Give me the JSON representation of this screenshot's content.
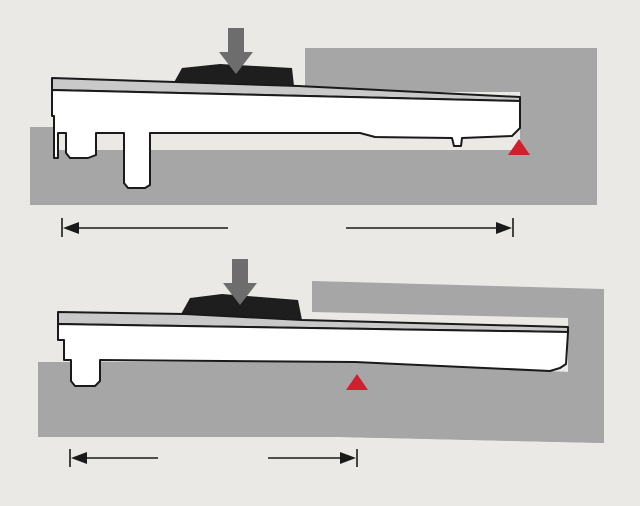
{
  "colors": {
    "background": "#ebe9e5",
    "block": "#a7a6a7",
    "part_fill": "#ffffff",
    "part_outline": "#1a1a1a",
    "top_strip": "#c9c9c9",
    "weight": "#1e1e1e",
    "force_arrow": "#6d6d6d",
    "pivot": "#d0202e",
    "dimension": "#1a1a1a"
  },
  "icons": {
    "force": "down-arrow-icon",
    "pivot": "triangle-icon",
    "dimension_left": "arrow-left-icon",
    "dimension_right": "arrow-right-icon"
  },
  "panels": [
    {
      "id": "top",
      "pivot_position": "outer-end",
      "lever_arms": "long"
    },
    {
      "id": "bottom",
      "pivot_position": "mid-span",
      "lever_arms": "short"
    }
  ]
}
